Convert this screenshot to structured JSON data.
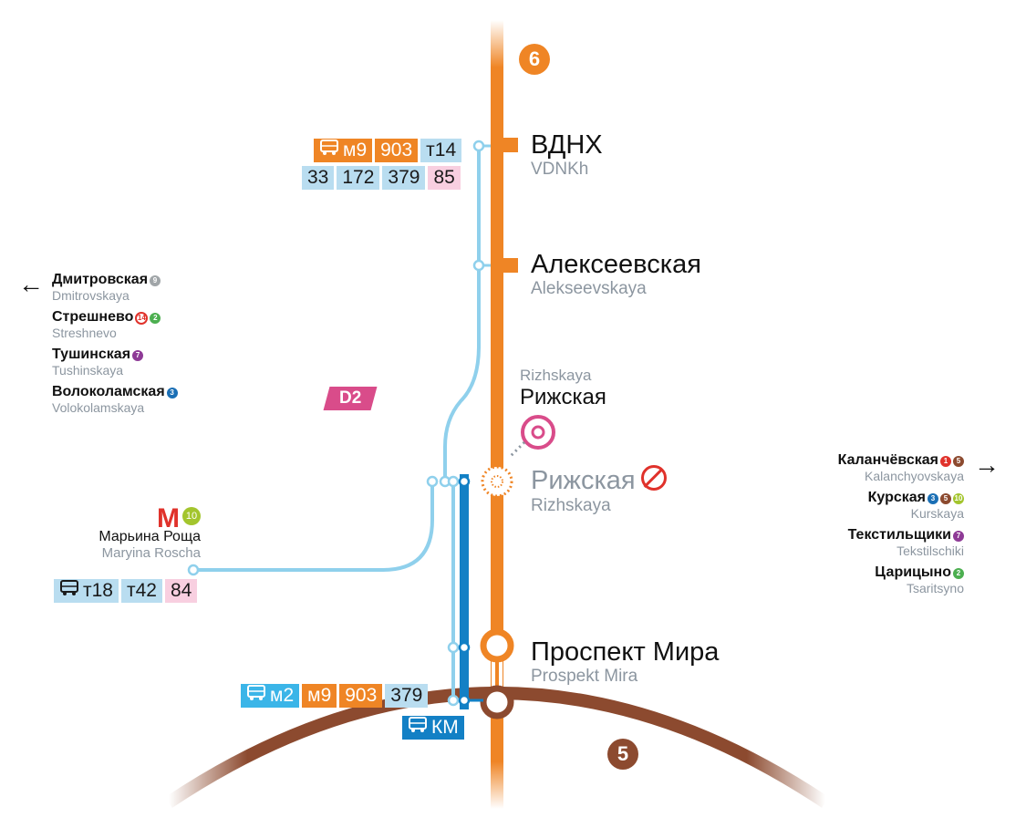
{
  "lines": {
    "line6": {
      "number": "6",
      "color": "#ef8525"
    },
    "line5": {
      "number": "5",
      "color": "#8c4a2f"
    },
    "d2": {
      "label": "D2",
      "color": "#d94c8a"
    },
    "bus_light": "#8fd0ec",
    "bus_dark": "#1380c5"
  },
  "stations": {
    "vdnkh": {
      "ru": "ВДНХ",
      "en": "VDNKh"
    },
    "alekseevskaya": {
      "ru": "Алексеевская",
      "en": "Alekseevskaya"
    },
    "rizhskaya_d2": {
      "ru": "Рижская",
      "en": "Rizhskaya"
    },
    "rizhskaya_closed": {
      "ru": "Рижская",
      "en": "Rizhskaya",
      "status_icon": "closed-icon"
    },
    "prospekt_mira": {
      "ru": "Проспект Мира",
      "en": "Prospekt Mira"
    },
    "maryina_roscha": {
      "ru": "Марьина Роща",
      "en": "Maryina Roscha",
      "metro_icon": "metro-m-icon",
      "line": "10"
    }
  },
  "routes": {
    "vdnkh_row1": [
      {
        "label": "м9",
        "style": "orange",
        "icon": "bus-icon"
      },
      {
        "label": "903",
        "style": "orange"
      },
      {
        "label": "т14",
        "style": "blue"
      }
    ],
    "vdnkh_row2": [
      {
        "label": "33",
        "style": "blue"
      },
      {
        "label": "172",
        "style": "blue"
      },
      {
        "label": "379",
        "style": "blue"
      },
      {
        "label": "85",
        "style": "pink"
      }
    ],
    "maryina_row": [
      {
        "label": "т18",
        "style": "blue",
        "icon": "bus-icon"
      },
      {
        "label": "т42",
        "style": "blue"
      },
      {
        "label": "84",
        "style": "pink"
      }
    ],
    "prospekt_row": [
      {
        "label": "м2",
        "style": "cyan",
        "icon": "bus-icon"
      },
      {
        "label": "м9",
        "style": "orange"
      },
      {
        "label": "903",
        "style": "orange"
      },
      {
        "label": "379",
        "style": "blue"
      }
    ],
    "km_row": [
      {
        "label": "КМ",
        "style": "dark",
        "icon": "bus-icon"
      }
    ]
  },
  "left_destinations": {
    "arrow": "←",
    "items": [
      {
        "ru": "Дмитровская",
        "en": "Dmitrovskaya",
        "lines": [
          {
            "n": "9",
            "color": "#a0a5a8"
          }
        ]
      },
      {
        "ru": "Стрешнево",
        "en": "Streshnevo",
        "lines": [
          {
            "n": "14",
            "color": "#e0322b",
            "ring": true
          },
          {
            "n": "2",
            "color": "#4caf50"
          }
        ]
      },
      {
        "ru": "Тушинская",
        "en": "Tushinskaya",
        "lines": [
          {
            "n": "7",
            "color": "#8e3a96"
          }
        ]
      },
      {
        "ru": "Волоколамская",
        "en": "Volokolamskaya",
        "lines": [
          {
            "n": "3",
            "color": "#1a6fb5"
          }
        ]
      }
    ]
  },
  "right_destinations": {
    "arrow": "→",
    "items": [
      {
        "ru": "Каланчёвская",
        "en": "Kalanchyovskaya",
        "lines": [
          {
            "n": "1",
            "color": "#e0322b"
          },
          {
            "n": "5",
            "color": "#8c4a2f"
          }
        ]
      },
      {
        "ru": "Курская",
        "en": "Kurskaya",
        "lines": [
          {
            "n": "3",
            "color": "#1a6fb5"
          },
          {
            "n": "5",
            "color": "#8c4a2f"
          },
          {
            "n": "10",
            "color": "#a3c52d"
          }
        ]
      },
      {
        "ru": "Текстильщики",
        "en": "Tekstilschiki",
        "lines": [
          {
            "n": "7",
            "color": "#8e3a96"
          }
        ]
      },
      {
        "ru": "Царицыно",
        "en": "Tsaritsyno",
        "lines": [
          {
            "n": "2",
            "color": "#4caf50"
          }
        ]
      }
    ]
  }
}
